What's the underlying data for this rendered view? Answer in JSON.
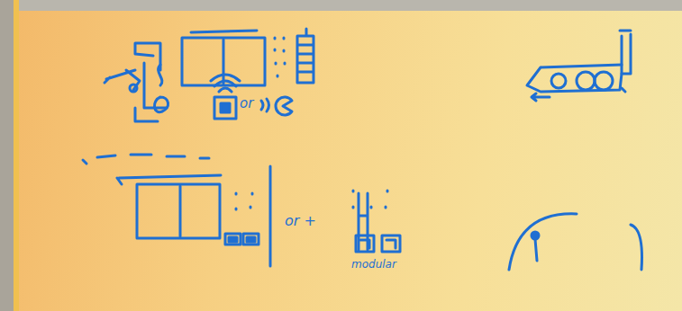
{
  "diagram": {
    "labels": [
      "or",
      "or +",
      "modular"
    ]
  }
}
